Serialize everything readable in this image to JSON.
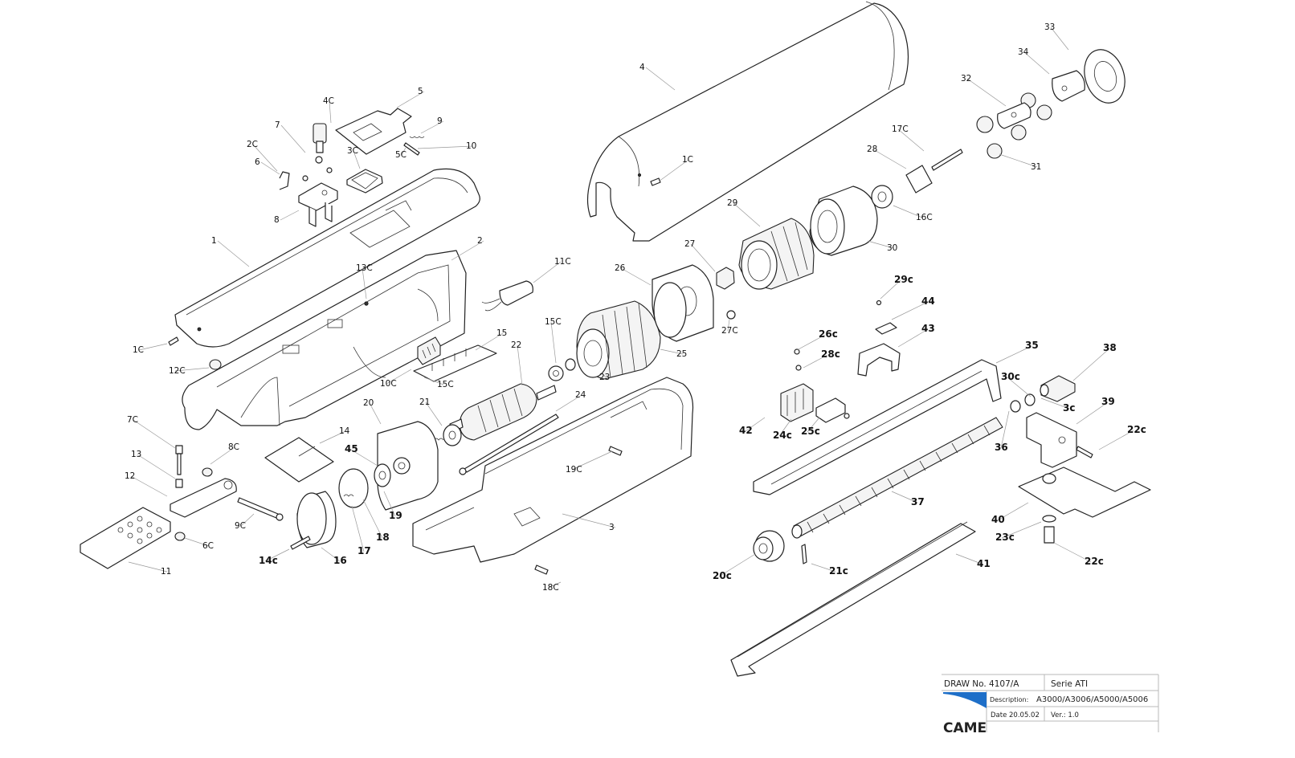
{
  "labels": [
    {
      "text": "1",
      "bold": false
    },
    {
      "text": "2",
      "bold": false
    },
    {
      "text": "2C",
      "bold": false
    },
    {
      "text": "3",
      "bold": false
    },
    {
      "text": "3C",
      "bold": false
    },
    {
      "text": "4",
      "bold": false
    },
    {
      "text": "4C",
      "bold": false
    },
    {
      "text": "5",
      "bold": false
    },
    {
      "text": "5C",
      "bold": false
    },
    {
      "text": "6",
      "bold": false
    },
    {
      "text": "6C",
      "bold": false
    },
    {
      "text": "7",
      "bold": false
    },
    {
      "text": "7C",
      "bold": false
    },
    {
      "text": "8",
      "bold": false
    },
    {
      "text": "8C",
      "bold": false
    },
    {
      "text": "9",
      "bold": false
    },
    {
      "text": "9C",
      "bold": false
    },
    {
      "text": "10",
      "bold": false
    },
    {
      "text": "10C",
      "bold": false
    },
    {
      "text": "11",
      "bold": false
    },
    {
      "text": "11C",
      "bold": false
    },
    {
      "text": "12",
      "bold": false
    },
    {
      "text": "12C",
      "bold": false
    },
    {
      "text": "13",
      "bold": false
    },
    {
      "text": "13C",
      "bold": false
    },
    {
      "text": "14",
      "bold": false
    },
    {
      "text": "14c",
      "bold": true
    },
    {
      "text": "15",
      "bold": false
    },
    {
      "text": "15C",
      "bold": false
    },
    {
      "text": "15C",
      "bold": false
    },
    {
      "text": "16",
      "bold": true
    },
    {
      "text": "16C",
      "bold": false
    },
    {
      "text": "17",
      "bold": true
    },
    {
      "text": "17C",
      "bold": false
    },
    {
      "text": "18",
      "bold": true
    },
    {
      "text": "18C",
      "bold": false
    },
    {
      "text": "19",
      "bold": true
    },
    {
      "text": "19C",
      "bold": false
    },
    {
      "text": "20",
      "bold": false
    },
    {
      "text": "20c",
      "bold": true
    },
    {
      "text": "21",
      "bold": false
    },
    {
      "text": "21c",
      "bold": true
    },
    {
      "text": "22",
      "bold": false
    },
    {
      "text": "22c",
      "bold": true
    },
    {
      "text": "22c",
      "bold": true
    },
    {
      "text": "23",
      "bold": false
    },
    {
      "text": "23c",
      "bold": true
    },
    {
      "text": "24",
      "bold": false
    },
    {
      "text": "24c",
      "bold": true
    },
    {
      "text": "25",
      "bold": false
    },
    {
      "text": "25c",
      "bold": true
    },
    {
      "text": "26",
      "bold": false
    },
    {
      "text": "26c",
      "bold": true
    },
    {
      "text": "27",
      "bold": false
    },
    {
      "text": "27C",
      "bold": false
    },
    {
      "text": "28",
      "bold": false
    },
    {
      "text": "28c",
      "bold": true
    },
    {
      "text": "29",
      "bold": false
    },
    {
      "text": "29c",
      "bold": true
    },
    {
      "text": "30",
      "bold": false
    },
    {
      "text": "30c",
      "bold": true
    },
    {
      "text": "31",
      "bold": false
    },
    {
      "text": "32",
      "bold": false
    },
    {
      "text": "33",
      "bold": false
    },
    {
      "text": "34",
      "bold": false
    },
    {
      "text": "35",
      "bold": true
    },
    {
      "text": "36",
      "bold": true
    },
    {
      "text": "37",
      "bold": true
    },
    {
      "text": "38",
      "bold": true
    },
    {
      "text": "39",
      "bold": true
    },
    {
      "text": "40",
      "bold": true
    },
    {
      "text": "41",
      "bold": true
    },
    {
      "text": "42",
      "bold": true
    },
    {
      "text": "43",
      "bold": true
    },
    {
      "text": "44",
      "bold": true
    },
    {
      "text": "45",
      "bold": true
    },
    {
      "text": "1C",
      "bold": false
    },
    {
      "text": "1C",
      "bold": false
    },
    {
      "text": "3c",
      "bold": true
    }
  ],
  "title_block": {
    "drawing_number": "DRAW No. 4107/A",
    "series": "Serie ATI",
    "description_label": "Description:",
    "description_value": "A3000/A3006/A5000/A5006",
    "date": "Date 20.05.02",
    "version": "Ver.: 1.0",
    "logo_text": "CAME",
    "logo_color": "#1e6fc8"
  }
}
